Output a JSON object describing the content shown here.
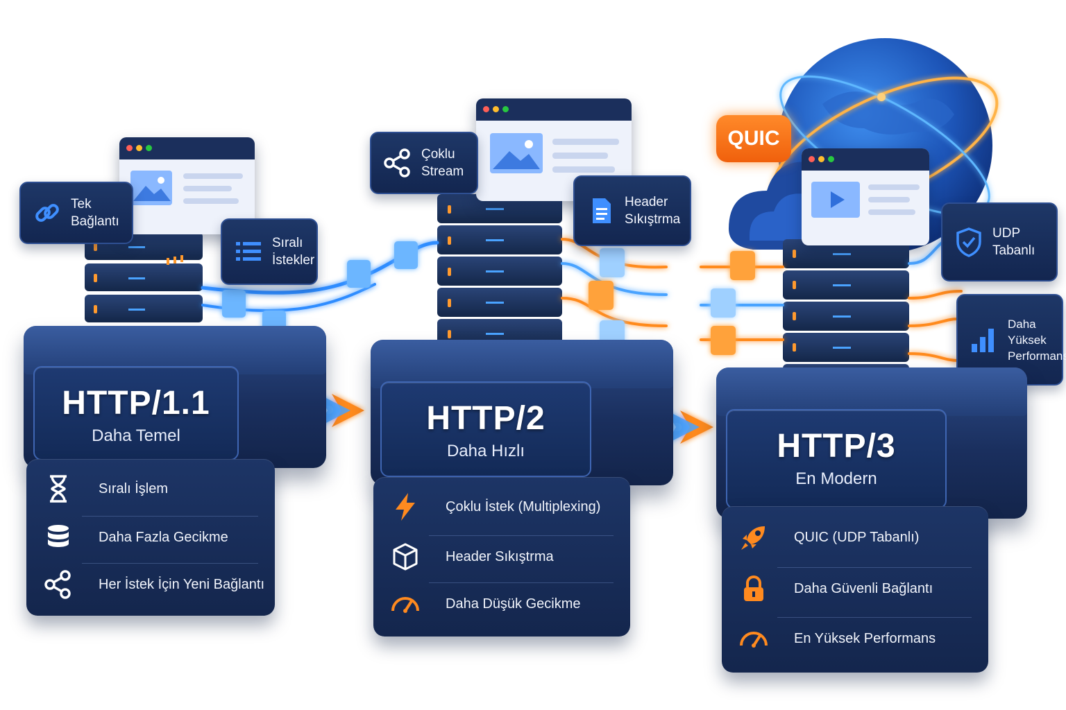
{
  "stages": [
    {
      "version": "HTTP/1.1",
      "subtitle": "Daha Temel",
      "features": [
        "Sıralı İşlem",
        "Daha Fazla Gecikme",
        "Her İstek İçin Yeni Bağlantı"
      ],
      "feature_icons": [
        "hourglass-icon",
        "database-icon",
        "share-nodes-icon"
      ]
    },
    {
      "version": "HTTP/2",
      "subtitle": "Daha Hızlı",
      "features": [
        "Çoklu İstek (Multiplexing)",
        "Header Sıkıştrma",
        "Daha Düşük Gecikme"
      ],
      "feature_icons": [
        "lightning-icon",
        "cube-icon",
        "speedometer-icon"
      ]
    },
    {
      "version": "HTTP/3",
      "subtitle": "En Modern",
      "features": [
        "QUIC (UDP Tabanlı)",
        "Daha Güvenli Bağlantı",
        "En Yüksek Performans"
      ],
      "feature_icons": [
        "rocket-icon",
        "lock-icon",
        "speedometer-icon"
      ]
    }
  ],
  "callouts": {
    "tek_baglanti": "Tek\nBağlantı",
    "sirali_istekler": "Sıralı\nİstekler",
    "coklu_stream": "Çoklu\nStream",
    "header_sikistirma": "Header\nSıkıştrma",
    "udp_tabanli": "UDP\nTabanlı",
    "daha_yuksek_performans": "Daha\nYüksek\nPerformans"
  },
  "quic_badge": "QUIC",
  "colors": {
    "navy": "#1a2f5e",
    "accent_blue": "#2f8cff",
    "accent_orange": "#ff8a1f"
  }
}
